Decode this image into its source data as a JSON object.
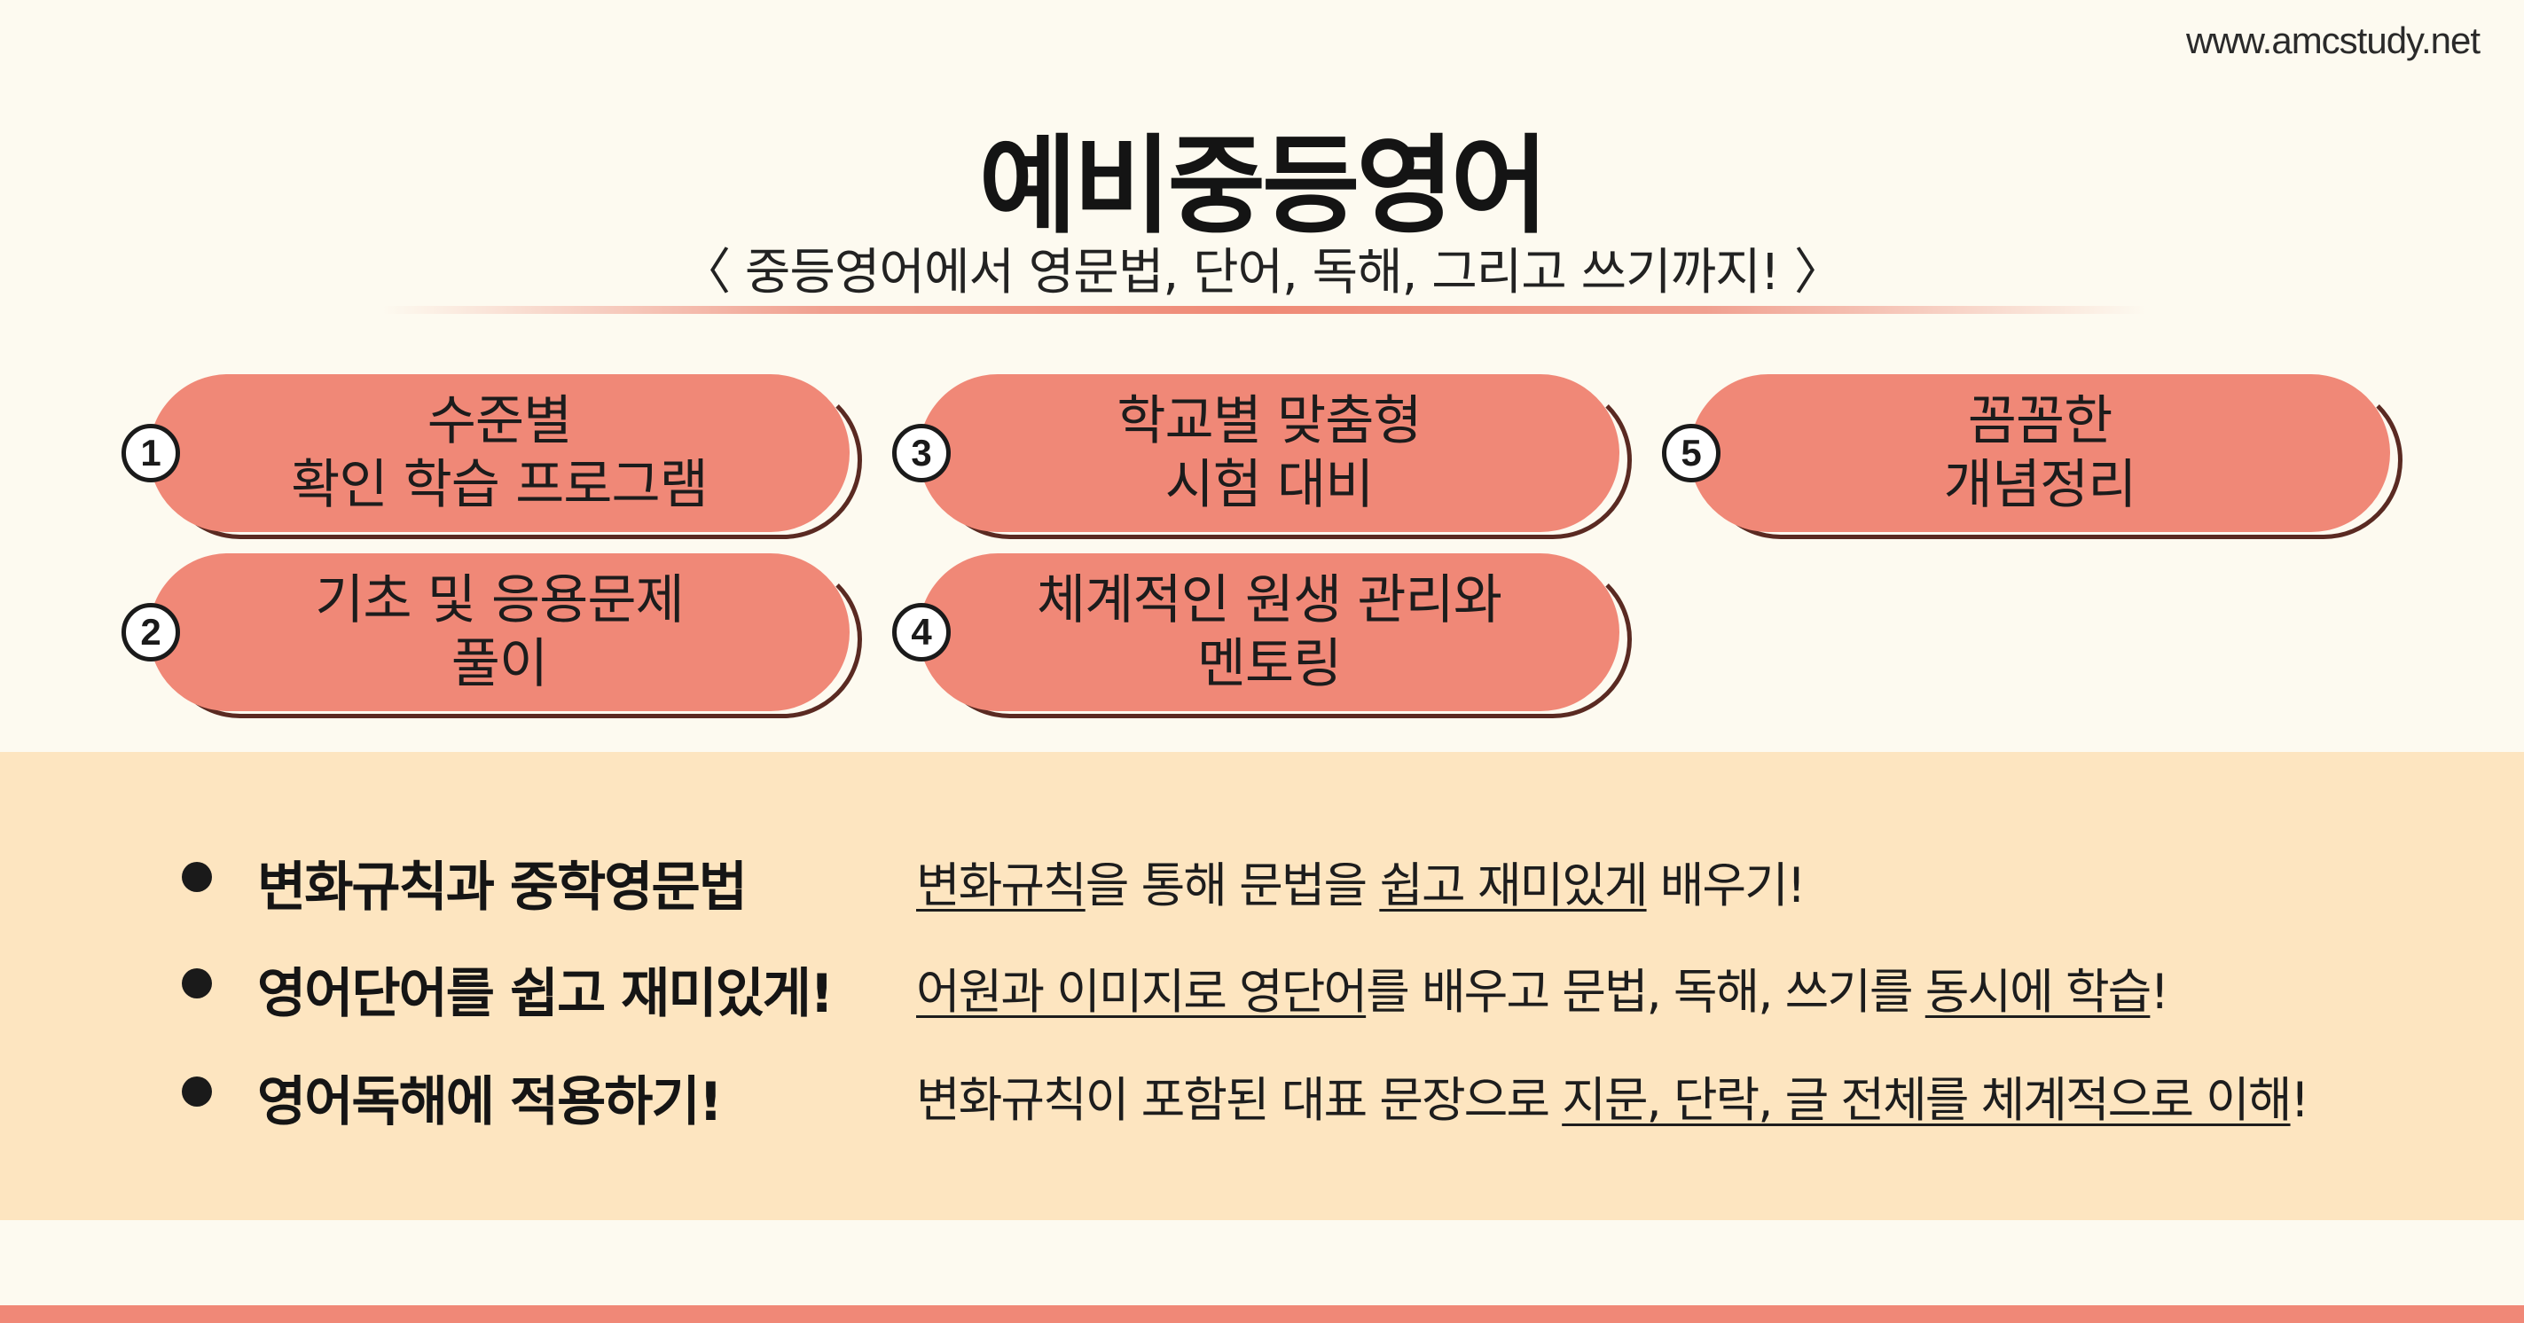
{
  "site_url": "www.amcstudy.net",
  "header": {
    "title": "예비중등영어",
    "subtitle": "〈 중등영어에서 영문법, 단어, 독해, 그리고 쓰기까지! 〉"
  },
  "programs": [
    {
      "number": "1",
      "lines": [
        "수준별",
        "확인 학습 프로그램"
      ]
    },
    {
      "number": "2",
      "lines": [
        "기초 및 응용문제",
        "풀이"
      ]
    },
    {
      "number": "3",
      "lines": [
        "학교별 맞춤형",
        "시험 대비"
      ]
    },
    {
      "number": "4",
      "lines": [
        "체계적인 원생 관리와",
        "멘토링"
      ]
    },
    {
      "number": "5",
      "lines": [
        "꼼꼼한",
        "개념정리"
      ]
    }
  ],
  "features": [
    {
      "title": "변화규칙과 중학영문법",
      "desc": [
        {
          "t": "변화규칙",
          "u": true
        },
        {
          "t": "을 통해 문법을 ",
          "u": false
        },
        {
          "t": "쉽고 재미있게",
          "u": true
        },
        {
          "t": " 배우기!",
          "u": false
        }
      ]
    },
    {
      "title": "영어단어를 쉽고 재미있게!",
      "desc": [
        {
          "t": "어원과 이미지로 영단어",
          "u": true
        },
        {
          "t": "를 배우고 문법, 독해, 쓰기를 ",
          "u": false
        },
        {
          "t": "동시에 학습",
          "u": true
        },
        {
          "t": "!",
          "u": false
        }
      ]
    },
    {
      "title": "영어독해에 적용하기!",
      "desc": [
        {
          "t": "변화규칙이 포함된 대표 문장으로 ",
          "u": false
        },
        {
          "t": "지문, 단락, 글 전체를 체계적으로 이해",
          "u": true
        },
        {
          "t": "!",
          "u": false
        }
      ]
    }
  ],
  "colors": {
    "background": "#fdfaf0",
    "pill": "#f08877",
    "pill_outline": "#5a2a22",
    "band": "#fde5c0",
    "bottom_bar": "#f08877"
  }
}
